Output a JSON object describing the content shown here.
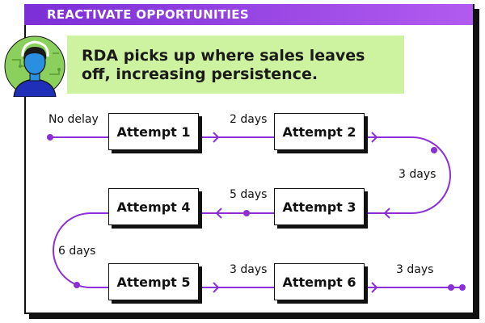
{
  "header": {
    "title": "REACTIVATE OPPORTUNITIES"
  },
  "callout": {
    "line1": "RDA picks up where sales leaves",
    "line2": "off, increasing persistence."
  },
  "flow": {
    "start_label": "No delay",
    "steps": [
      {
        "label": "Attempt 1"
      },
      {
        "label": "Attempt 2"
      },
      {
        "label": "Attempt 3"
      },
      {
        "label": "Attempt 4"
      },
      {
        "label": "Attempt 5"
      },
      {
        "label": "Attempt 6"
      }
    ],
    "delays": [
      "2 days",
      "3 days",
      "5 days",
      "6 days",
      "3 days",
      "3 days"
    ]
  },
  "colors": {
    "accent": "#8b2fd8",
    "callout_bg": "#cdf3a0",
    "avatar_bg": "#8bd05c"
  },
  "icons": {
    "avatar": "person-avatar-icon"
  }
}
